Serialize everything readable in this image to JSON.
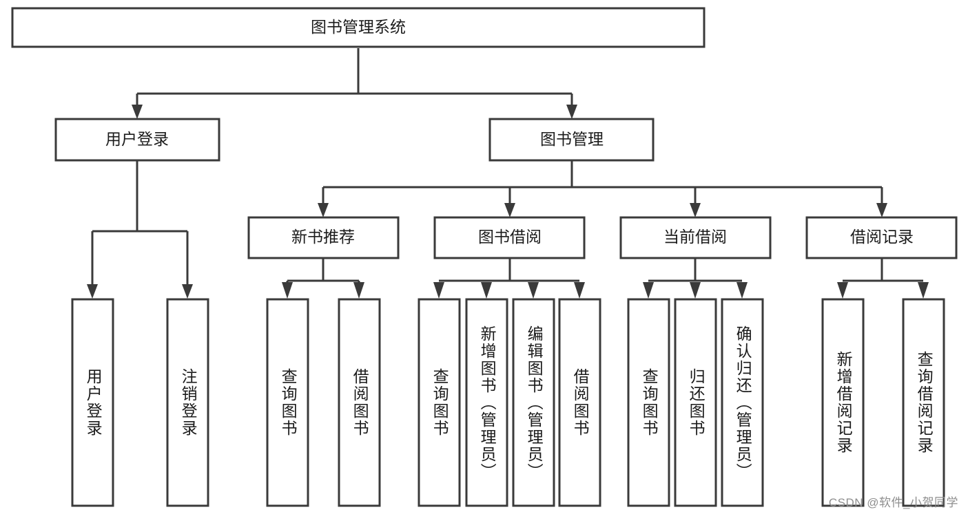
{
  "diagram": {
    "type": "tree",
    "title": "图书管理系统",
    "orientation": "top-down",
    "edge_style": "orthogonal-arrow",
    "colors": {
      "box_fill": "#ffffff",
      "box_stroke": "#3a3a3a",
      "text": "#1b1b1b",
      "watermark": "#8e8e8e",
      "background": "#ffffff"
    },
    "root": {
      "label": "图书管理系统"
    },
    "level2": [
      {
        "label": "用户登录"
      },
      {
        "label": "图书管理"
      }
    ],
    "level3": [
      {
        "label": "新书推荐"
      },
      {
        "label": "图书借阅"
      },
      {
        "label": "当前借阅"
      },
      {
        "label": "借阅记录"
      }
    ],
    "leaves": {
      "user_login": [
        {
          "label": "用户登录"
        },
        {
          "label": "注销登录"
        }
      ],
      "new_book_recommend": [
        {
          "label": "查询图书"
        },
        {
          "label": "借阅图书"
        }
      ],
      "book_borrow": [
        {
          "label": "查询图书"
        },
        {
          "label": "新增图书（管理员）"
        },
        {
          "label": "编辑图书（管理员）"
        },
        {
          "label": "借阅图书"
        }
      ],
      "current_borrow": [
        {
          "label": "查询图书"
        },
        {
          "label": "归还图书"
        },
        {
          "label": "确认归还（管理员）"
        }
      ],
      "borrow_record": [
        {
          "label": "新增借阅记录"
        },
        {
          "label": "查询借阅记录"
        }
      ]
    }
  },
  "watermark": {
    "text": "CSDN @软件_小贺同学"
  }
}
